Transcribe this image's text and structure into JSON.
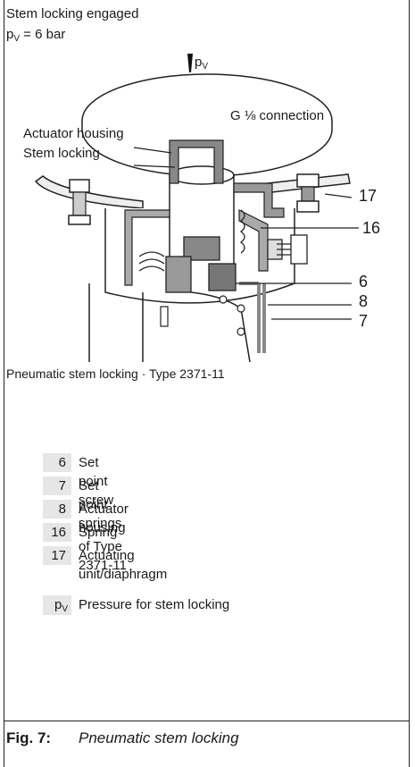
{
  "header": {
    "status": "Stem locking engaged",
    "pressure_symbol": "p",
    "pressure_sub": "V",
    "pressure_value": " = 6 bar"
  },
  "diagram": {
    "pv_symbol": "p",
    "pv_sub": "V",
    "connection_label_g": "G",
    "connection_label_rest": " ⅛ connection",
    "actuator_housing_label": "Actuator housing",
    "stem_locking_label": "Stem locking",
    "callouts": [
      "17",
      "16",
      "6",
      "8",
      "7"
    ]
  },
  "caption": "Pneumatic stem locking · Type 2371-11",
  "legend": [
    {
      "num": "6",
      "text": "Set point screw"
    },
    {
      "num": "7",
      "text": "Set point springs"
    },
    {
      "num": "8",
      "text": "Actuator housing of Type 2371-11"
    },
    {
      "num": "16",
      "text": "Spring"
    },
    {
      "num": "17",
      "text": "Actuating unit/diaphragm"
    }
  ],
  "pv_legend": {
    "symbol": "p",
    "sub": "V",
    "text": "Pressure for stem locking"
  },
  "figure": {
    "number": "Fig. 7:",
    "title": "Pneumatic stem locking"
  }
}
